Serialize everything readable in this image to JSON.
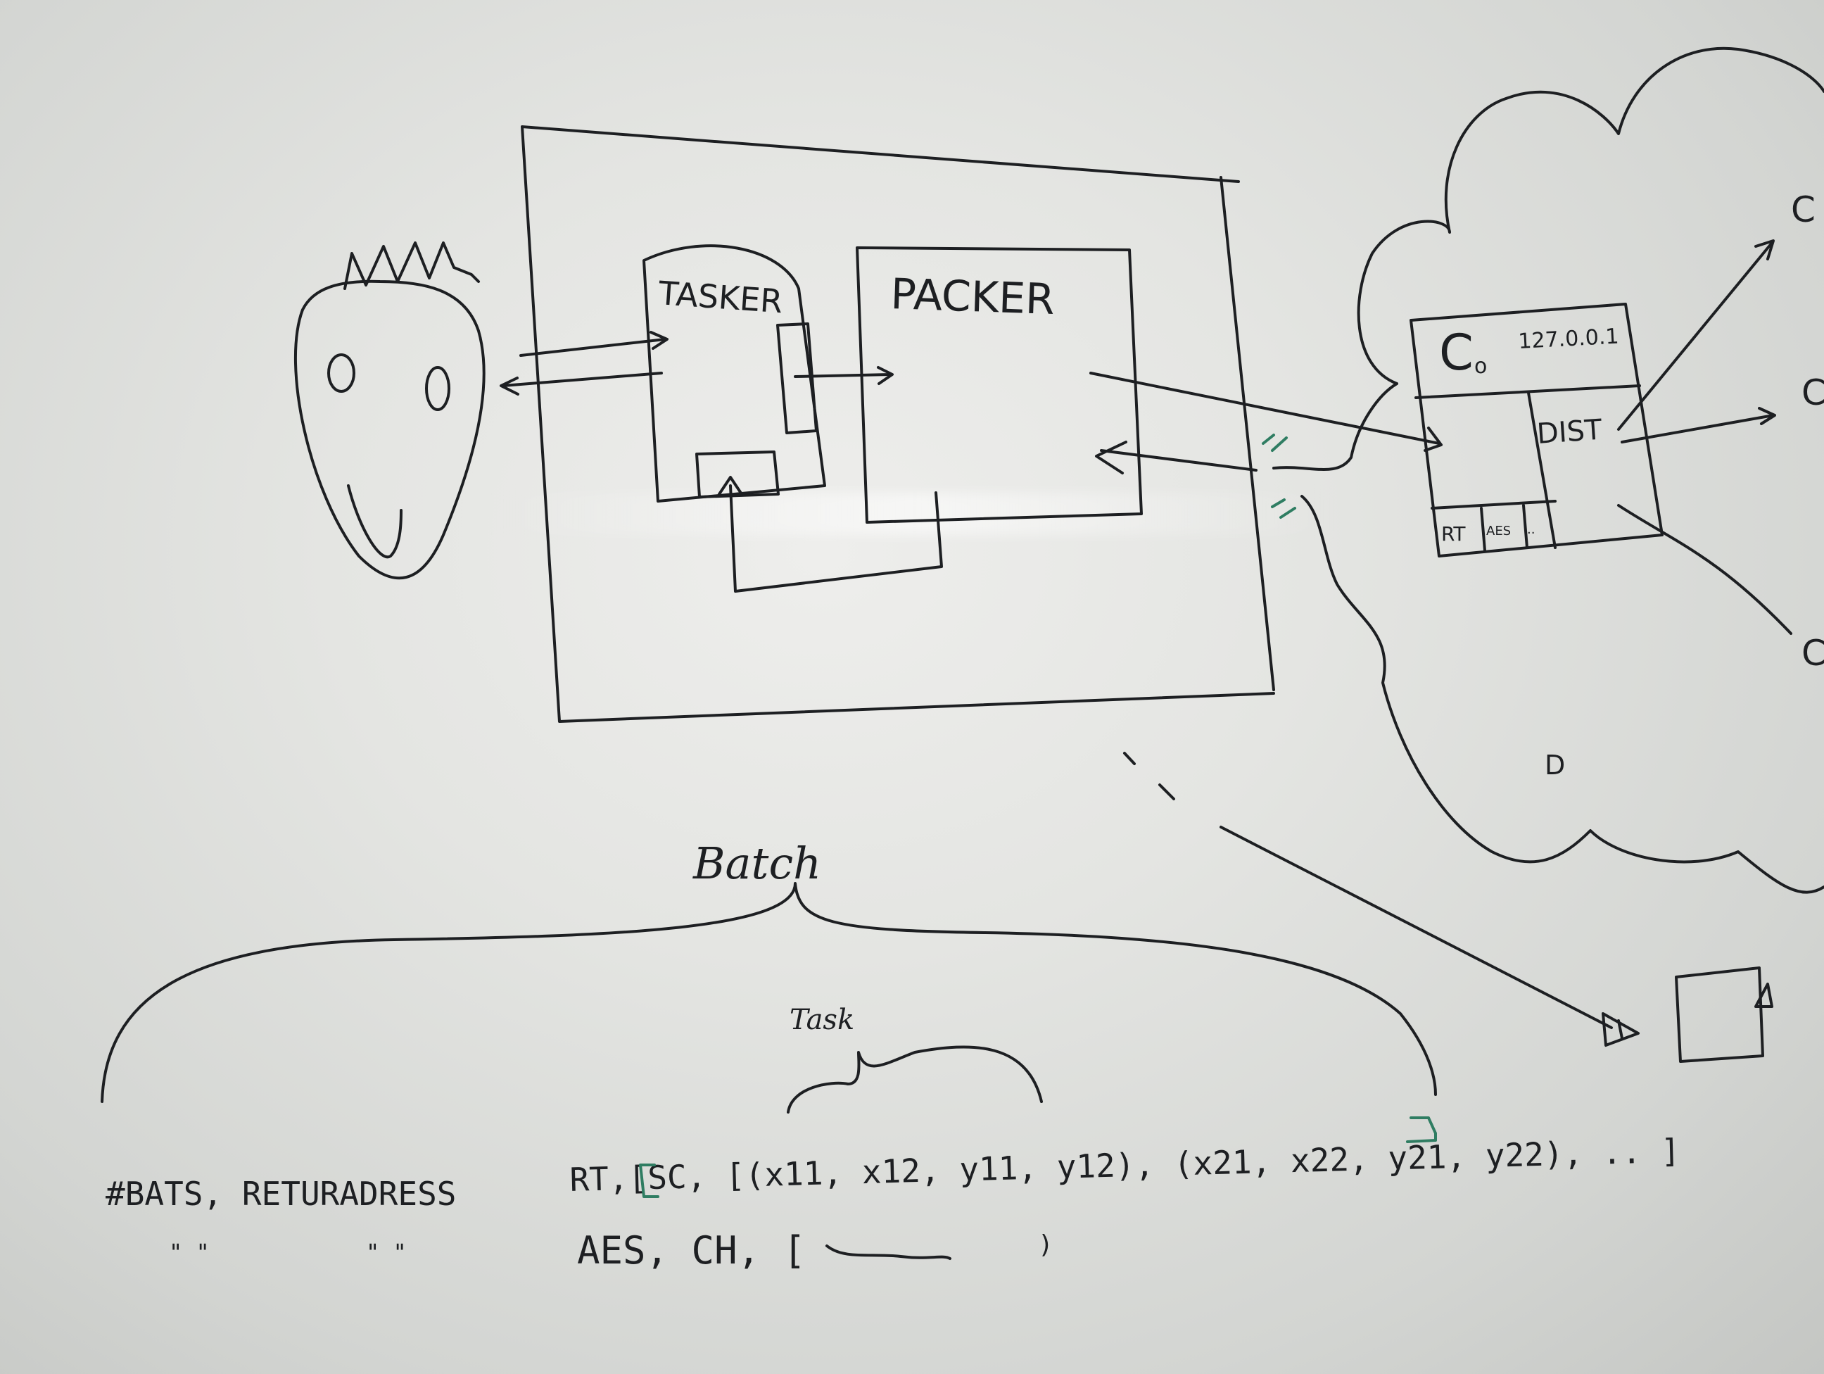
{
  "labels": {
    "tasker": "TASKER",
    "packer": "PACKER",
    "controller": "C",
    "controller_sub": "o",
    "ip": "127.0.0.1",
    "dist": "DIST",
    "rt_cell": "RT",
    "aes_cell": "AES",
    "dots_cell": "..",
    "batch": "Batch",
    "task": "Task",
    "right_c1": "C",
    "right_c2": "C",
    "right_c3": "C",
    "blob_d": "D"
  },
  "formula": {
    "line1_left": "#BATS, RETURADRESS",
    "line1_right": "RT,[SC, [(x11, x12, y11, y12), (x21, x22, y21, y22), .. ]",
    "line2_marks_1": "\" \"",
    "line2_marks_2": "\" \"",
    "line2_right": "AES, CH, [",
    "line2_end": ")"
  },
  "colors": {
    "ink": "#1d1f22",
    "green_marker": "#2f7d62",
    "board": "#e4e5e2"
  }
}
